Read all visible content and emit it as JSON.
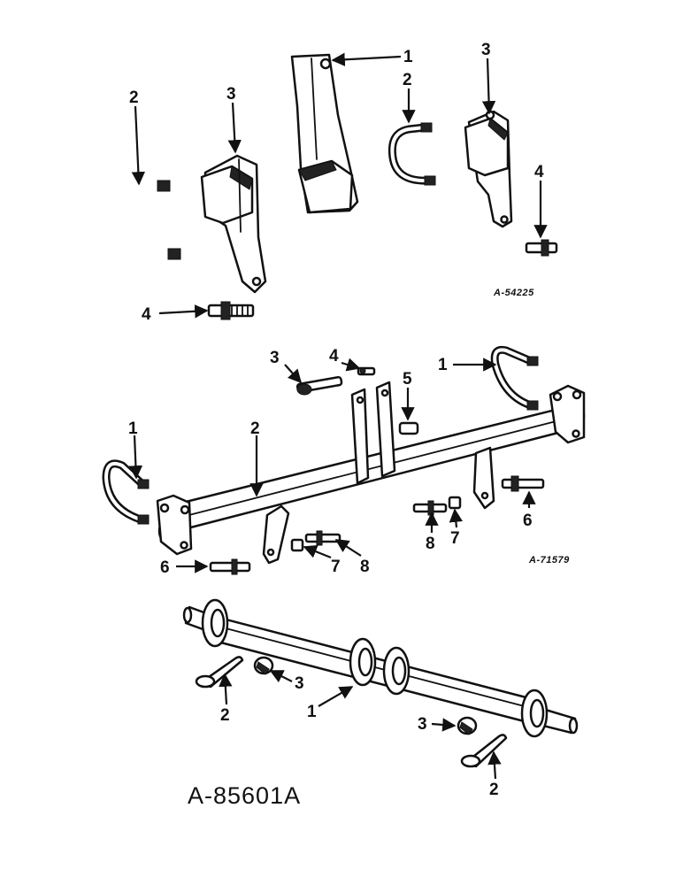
{
  "figure_references": {
    "top": "A-54225",
    "middle": "A-71579",
    "bottom": "A-85601A"
  },
  "callouts": {
    "top": [
      "1",
      "2",
      "3",
      "2",
      "3",
      "4",
      "4"
    ],
    "middle": [
      "3",
      "4",
      "5",
      "1",
      "1",
      "2",
      "6",
      "6",
      "7",
      "8",
      "8",
      "7"
    ],
    "bottom": [
      "3",
      "2",
      "1",
      "3",
      "2"
    ]
  }
}
